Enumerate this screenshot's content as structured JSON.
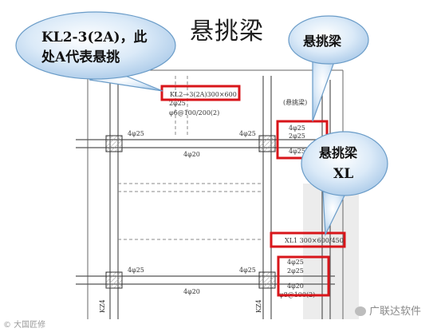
{
  "title": "悬挑梁",
  "callouts": {
    "left_line1": "KL2-3(2A)，此",
    "left_line2": "处A代表悬挑",
    "top_right": "悬挑梁",
    "mid_right_line1": "悬挑梁",
    "mid_right_line2": "XL"
  },
  "plan_labels": {
    "kl_spec": "KL2—3(2A)300×600",
    "kl_top_rebar": "2φ25",
    "kl_stirrup": "φ6@100/200(2)",
    "cantilever_tag": "(悬挑梁)",
    "top_span_left_rebar": "4φ25",
    "top_span_right_rebar": "4φ25",
    "top_span_bottom_rebar": "4φ20",
    "tr_box_line1": "4φ25",
    "tr_box_line2": "2φ25",
    "tr_box_line3": "4φ25",
    "xl_spec": "XL1 300×600/450",
    "bot_box_line1": "4φ25",
    "bot_box_line2": "2φ25",
    "bot_box_line3": "4φ20",
    "bot_box_line4": "φ8@100(2)",
    "bot_span_left_rebar": "4φ25",
    "bot_span_right_rebar": "4φ25",
    "bot_span_bottom_rebar": "4φ20",
    "col_left": "KZ4",
    "col_right": "KZ4"
  },
  "watermarks": {
    "bottom_left": "© 大国匠修",
    "bottom_right": "广联达软件"
  },
  "colors": {
    "callout_fill": "#cfe3f7",
    "callout_stroke": "#6a9cc8",
    "highlight_frame": "#d8151a",
    "beam_line": "#555555"
  }
}
